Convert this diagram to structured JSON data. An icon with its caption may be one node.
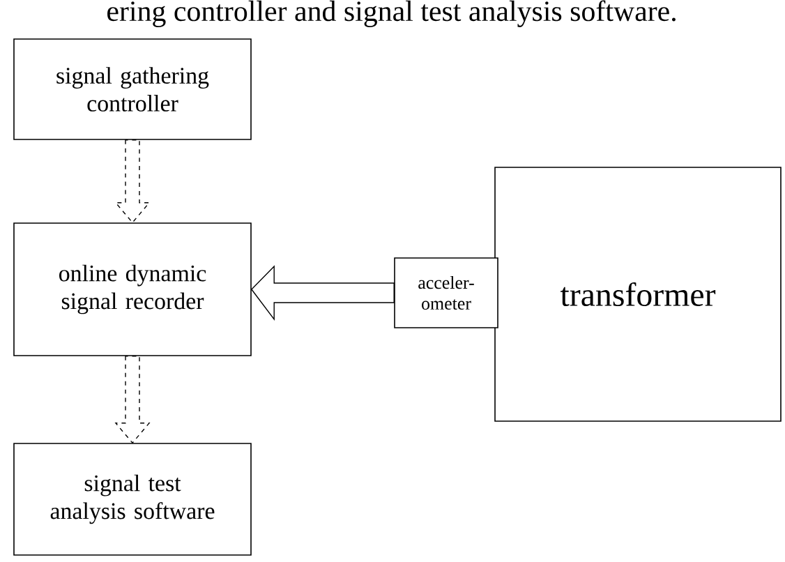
{
  "diagram": {
    "nodes": [
      {
        "text": [
          "signal gathering controller"
        ]
      },
      {
        "text": [
          "online dynamic signal recorder"
        ]
      },
      {
        "text": [
          "signal test analysis software"
        ]
      },
      {
        "text": [
          "transformer"
        ]
      },
      {
        "text": [
          "acceler- ometer"
        ]
      }
    ],
    "edges": [
      {
        "from": 0,
        "to": 1,
        "arrow": "to",
        "style": "dashed"
      },
      {
        "from": 1,
        "to": 2,
        "arrow": "to",
        "style": "dashed"
      },
      {
        "from": 4,
        "to": 1,
        "arrow": "to"
      }
    ],
    "labels": [
      "ering controller and signal test analysis software."
    ]
  }
}
